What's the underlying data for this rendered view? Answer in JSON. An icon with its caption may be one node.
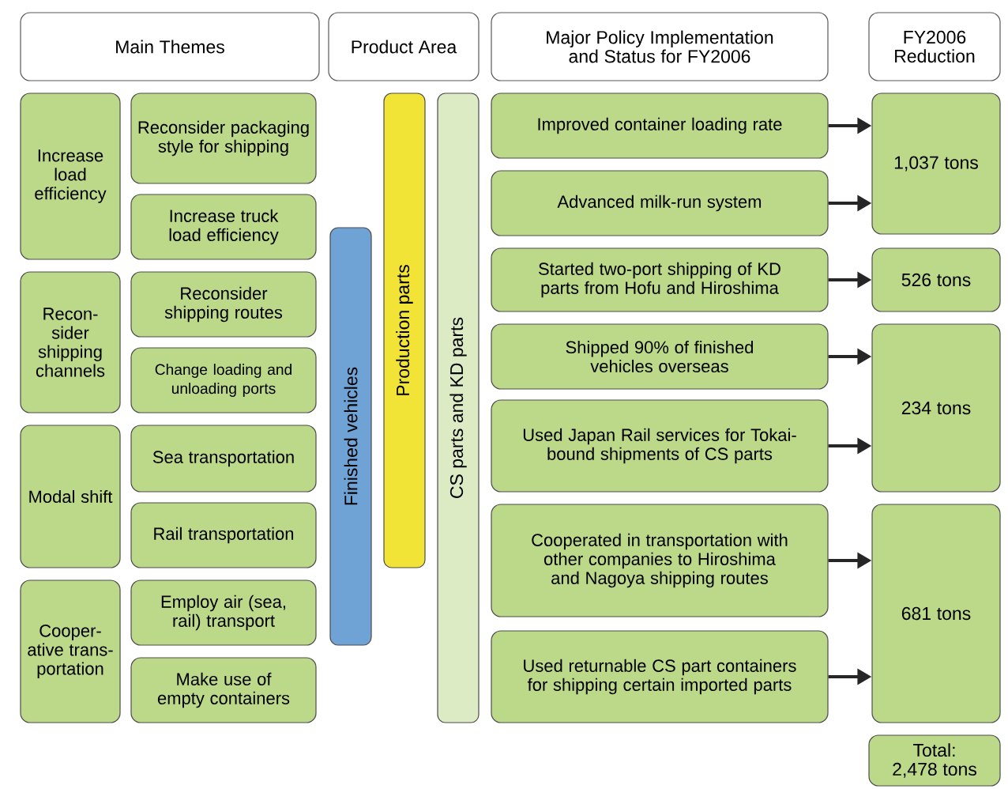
{
  "diagram": {
    "nodes": [
      {
        "text": [
          "Main Themes"
        ]
      },
      {
        "text": [
          "Product Area"
        ]
      },
      {
        "text": [
          "Major Policy Implementation and Status for FY2006"
        ]
      },
      {
        "text": [
          "FY2006 Reduction"
        ]
      },
      {
        "text": [
          "Increase load efficiency"
        ]
      },
      {
        "text": [
          "Reconsider packaging style for shipping"
        ]
      },
      {
        "text": [
          "Increase truck load efficiency"
        ]
      },
      {
        "text": [
          "Recon- sider shipping channels"
        ]
      },
      {
        "text": [
          "Reconsider shipping routes"
        ]
      },
      {
        "text": [
          "Change loading and unloading ports"
        ]
      },
      {
        "text": [
          "Modal shift"
        ]
      },
      {
        "text": [
          "Sea transportation"
        ]
      },
      {
        "text": [
          "Rail transportation"
        ]
      },
      {
        "text": [
          "Cooper- ative trans- portation"
        ]
      },
      {
        "text": [
          "Employ air (sea, rail) transport"
        ]
      },
      {
        "text": [
          "Make use of empty containers"
        ]
      },
      {
        "text": [
          "Finished vehicles"
        ]
      },
      {
        "text": [
          "Production parts"
        ]
      },
      {
        "text": [
          "CS parts and KD parts"
        ]
      },
      {
        "text": [
          "Improved container loading rate"
        ]
      },
      {
        "text": [
          "Advanced milk-run system"
        ]
      },
      {
        "text": [
          "Started two-port shipping of KD parts from Hofu and Hiroshima"
        ]
      },
      {
        "text": [
          "Shipped 90% of finished vehicles overseas"
        ]
      },
      {
        "text": [
          "Used Japan Rail services for Tokai-bound shipments of CS parts"
        ]
      },
      {
        "text": [
          "Cooperated in transportation with other companies to Hiroshima and Nagoya shipping routes"
        ]
      },
      {
        "text": [
          "Used returnable CS part containers for shipping certain imported parts"
        ]
      },
      {
        "text": [
          "1,037 tons"
        ]
      },
      {
        "text": [
          "526 tons"
        ]
      },
      {
        "text": [
          "234 tons"
        ]
      },
      {
        "text": [
          "681 tons"
        ]
      },
      {
        "text": [
          "Total: 2,478 tons"
        ]
      }
    ],
    "edges": [
      {
        "from": 19,
        "to": 26,
        "arrow": "to"
      },
      {
        "from": 20,
        "to": 26,
        "arrow": "to"
      },
      {
        "from": 21,
        "to": 27,
        "arrow": "to"
      },
      {
        "from": 22,
        "to": 28,
        "arrow": "to"
      },
      {
        "from": 23,
        "to": 28,
        "arrow": "to"
      },
      {
        "from": 24,
        "to": 29,
        "arrow": "to"
      },
      {
        "from": 25,
        "to": 29,
        "arrow": "to"
      }
    ]
  }
}
